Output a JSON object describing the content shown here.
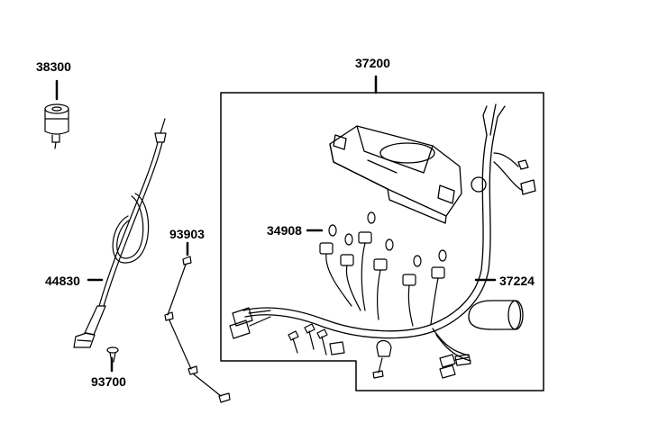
{
  "diagram": {
    "title": "",
    "part_numbers": {
      "p38300": "38300",
      "p37200": "37200",
      "p34908": "34908",
      "p37224": "37224",
      "p93903": "93903",
      "p44830": "44830",
      "p93700": "93700"
    },
    "colors": {
      "line": "#000000",
      "background": "#ffffff"
    }
  }
}
